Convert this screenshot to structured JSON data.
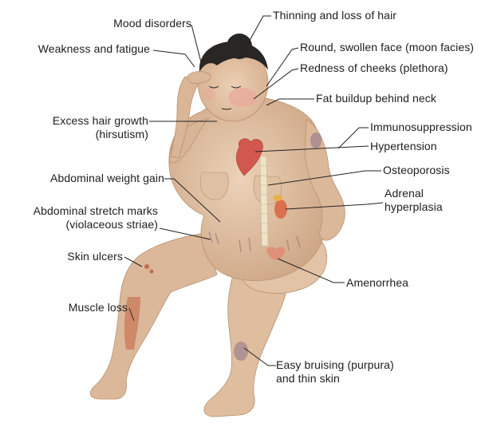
{
  "labels": {
    "mood": "Mood disorders",
    "weakness": "Weakness and fatigue",
    "hair_loss": "Thinning and loss of hair",
    "moon_face": "Round, swollen face (moon facies)",
    "plethora": "Redness of cheeks (plethora)",
    "neck_fat": "Fat buildup behind neck",
    "hirsutism": "Excess hair growth\n(hirsutism)",
    "immuno": "Immunosuppression",
    "hypertension": "Hypertension",
    "osteoporosis": "Osteoporosis",
    "adrenal": "Adrenal\nhyperplasia",
    "abd_gain": "Abdominal weight gain",
    "striae": "Abdominal stretch marks\n(violaceous striae)",
    "ulcers": "Skin ulcers",
    "amenorrhea": "Amenorrhea",
    "muscle": "Muscle loss",
    "bruising": "Easy bruising (purpura)\nand thin skin"
  },
  "colors": {
    "skin": "#e2c2a4",
    "skin_shadow": "#c9a283",
    "hair": "#2a2624",
    "cheek": "#e9a79a",
    "bruise": "#7b5f86",
    "heart": "#d2574f",
    "muscle": "#c97a57",
    "spine": "#efe4c8"
  }
}
